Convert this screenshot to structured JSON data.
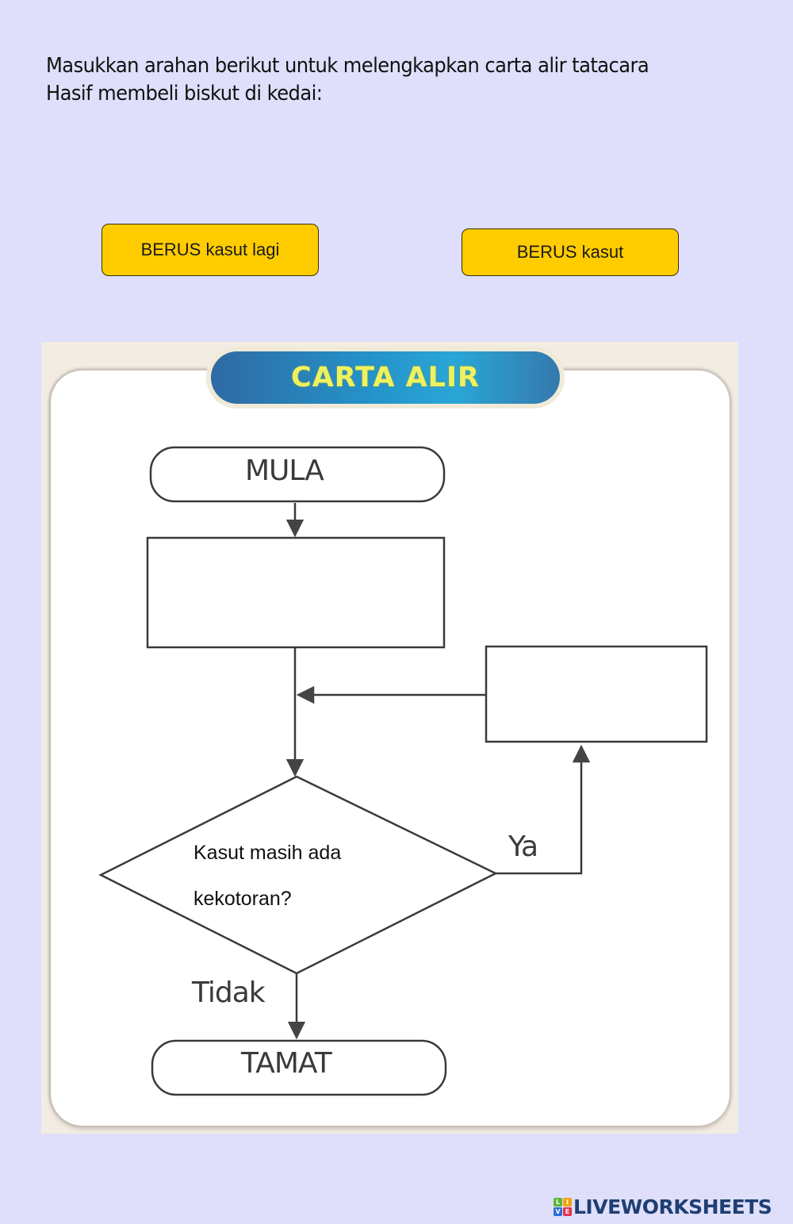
{
  "instruction": {
    "line1": "Masukkan arahan berikut untuk melengkapkan carta alir tatacara",
    "line2": "Hasif membeli biskut di kedai:"
  },
  "answer_chips": [
    {
      "label": "BERUS kasut lagi",
      "color": "#ffcc00"
    },
    {
      "label": "BERUS kasut",
      "color": "#ffcc00"
    }
  ],
  "flowchart": {
    "title": "CARTA ALIR",
    "start_label": "MULA",
    "end_label": "TAMAT",
    "process_box_1": "",
    "process_box_2": "",
    "decision": {
      "line1": "Kasut masih ada",
      "line2": "kekotoran?"
    },
    "yes_label": "Ya",
    "no_label": "Tidak"
  },
  "brand": {
    "logo_letters": [
      "L",
      "I",
      "V",
      "E"
    ],
    "logo_colors": [
      "#5fb43a",
      "#f2a20c",
      "#2d6fd6",
      "#e0334f"
    ],
    "name": "LIVEWORKSHEETS",
    "color": "#1f3f72"
  },
  "colors": {
    "page_background": "#dfdffb",
    "chip_fill": "#ffcc00",
    "title_text": "#eef25e"
  }
}
